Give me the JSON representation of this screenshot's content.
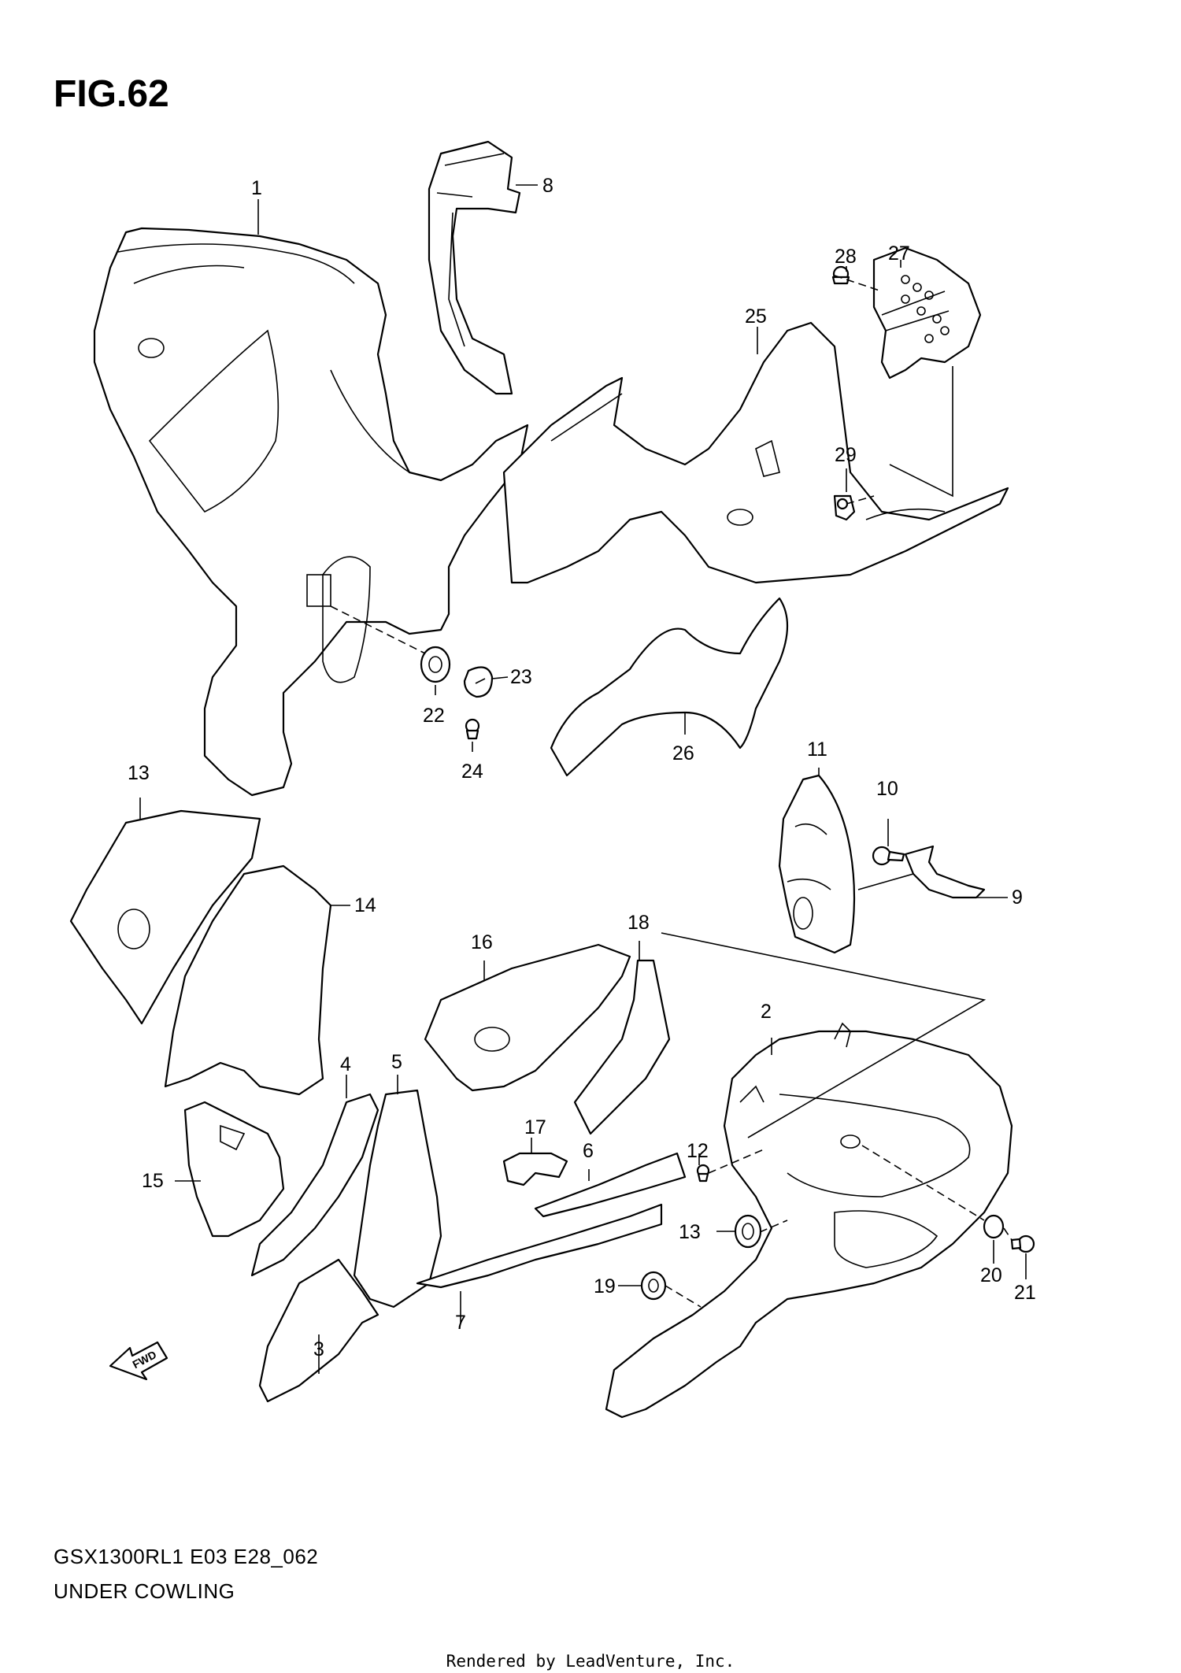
{
  "figure": {
    "title": "FIG.62"
  },
  "callouts": {
    "c1": "1",
    "c2": "2",
    "c3": "3",
    "c4": "4",
    "c5": "5",
    "c6": "6",
    "c7": "7",
    "c8": "8",
    "c9": "9",
    "c10": "10",
    "c11": "11",
    "c12": "12",
    "c13a": "13",
    "c13b": "13",
    "c14": "14",
    "c15": "15",
    "c16": "16",
    "c17": "17",
    "c18": "18",
    "c19": "19",
    "c20": "20",
    "c21": "21",
    "c22": "22",
    "c23": "23",
    "c24": "24",
    "c25": "25",
    "c26": "26",
    "c27": "27",
    "c28": "28",
    "c29": "29"
  },
  "fwd_label": "FWD",
  "footer": {
    "model_code": "GSX1300RL1  E03  E28_062",
    "section_name": "UNDER COWLING",
    "credit": "Rendered by LeadVenture, Inc."
  }
}
